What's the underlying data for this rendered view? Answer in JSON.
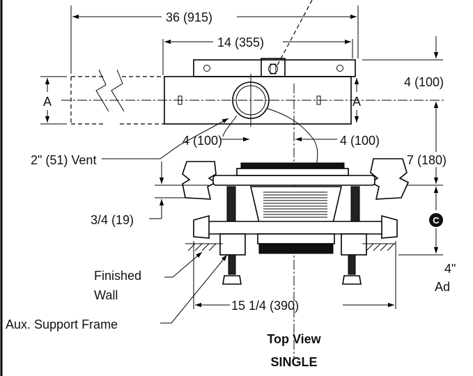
{
  "dimensions": {
    "overall_width": "36 (915)",
    "frame_width": "14 (355)",
    "height_top": "4 (100)",
    "height_mid": "7 (180)",
    "offset_left": "4 (100)",
    "offset_right": "4 (100)",
    "gap": "3/4 (19)",
    "base_width": "15 1/4 (390)",
    "side_a_left": "A",
    "side_a_right": "A",
    "right_partial_1": "4\"",
    "right_partial_2": "Ad"
  },
  "callouts": {
    "vent": "2\" (51) Vent",
    "finished_wall_1": "Finished",
    "finished_wall_2": "Wall",
    "support_frame": "Aux. Support Frame",
    "circle_marker": "C"
  },
  "captions": {
    "view": "Top View",
    "type": "SINGLE"
  }
}
